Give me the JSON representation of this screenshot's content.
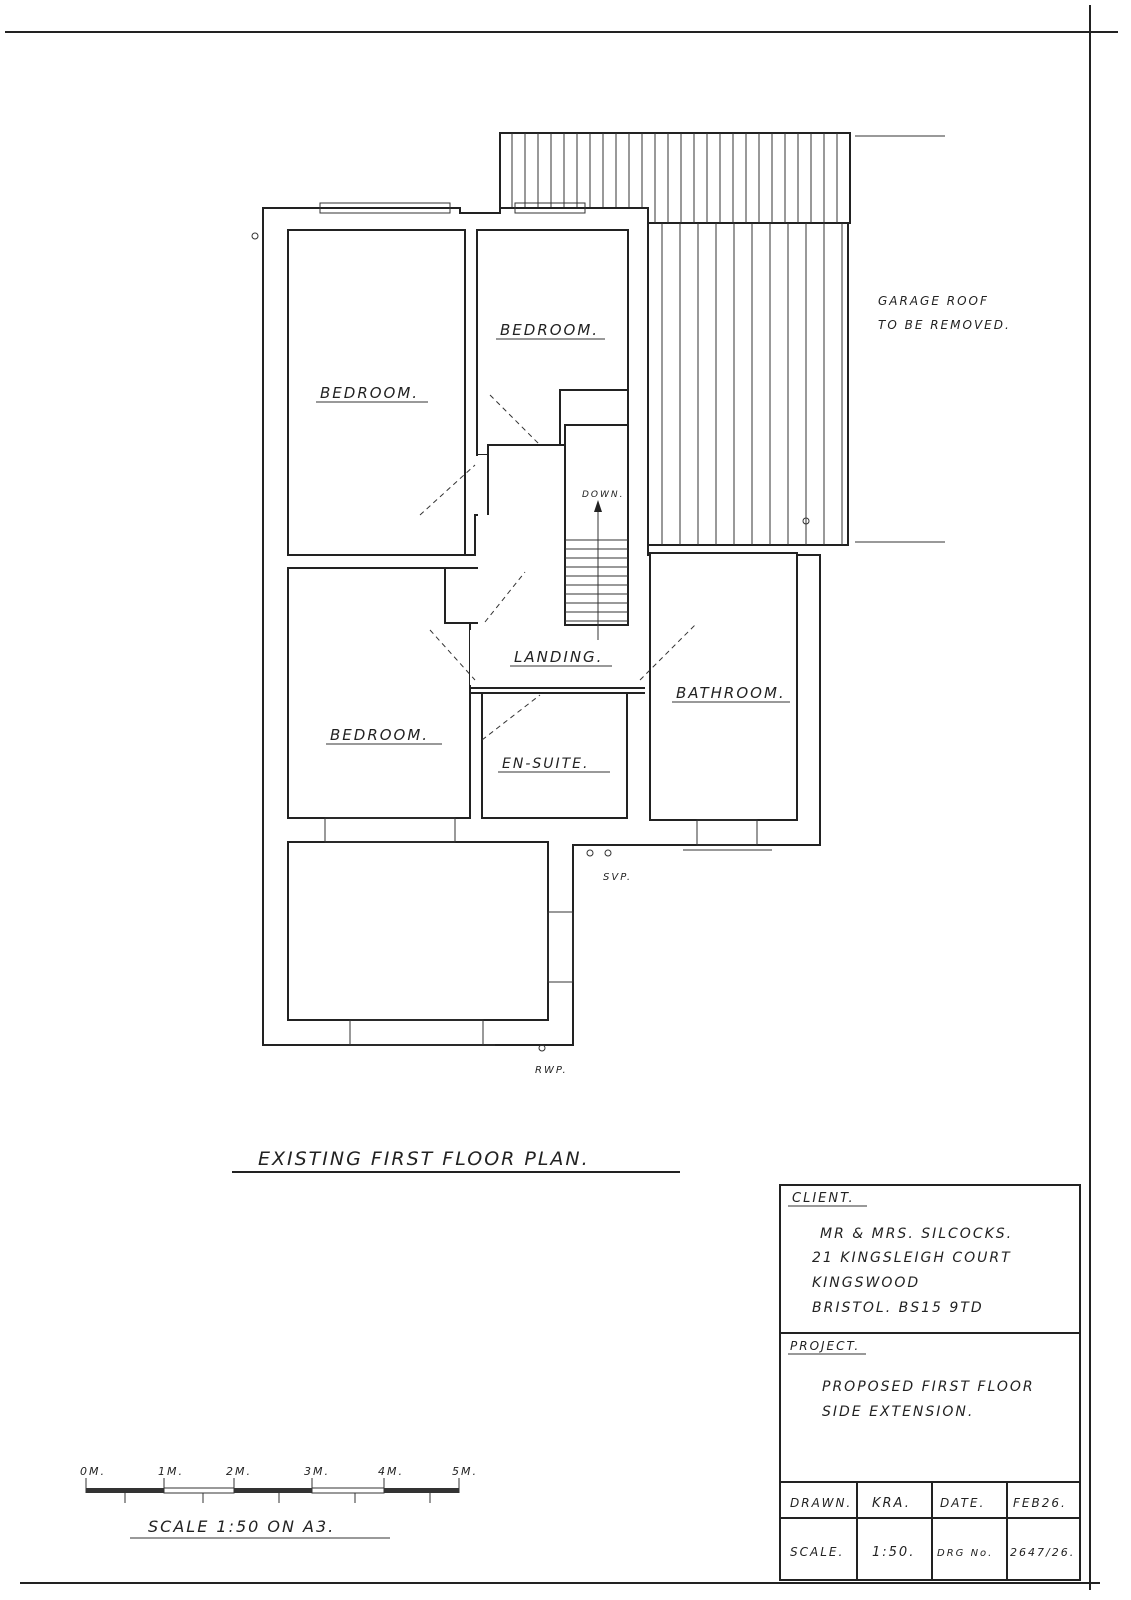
{
  "drawing": {
    "title": "EXISTING FIRST FLOOR PLAN.",
    "rooms": {
      "bedroom_front_left": "BEDROOM.",
      "bedroom_small": "BEDROOM.",
      "bedroom_rear": "BEDROOM.",
      "landing": "LANDING.",
      "bathroom": "BATHROOM.",
      "en_suite": "EN-SUITE."
    },
    "stair_label": "DOWN.",
    "garage_note_line1": "GARAGE ROOF",
    "garage_note_line2": "TO BE REMOVED.",
    "svp_label": "SVP.",
    "rwp_label": "RWP."
  },
  "scale_bar": {
    "ticks": [
      "0M.",
      "1M.",
      "2M.",
      "3M.",
      "4M.",
      "5M."
    ],
    "caption": "SCALE 1:50 ON A3."
  },
  "title_block": {
    "client_heading": "CLIENT.",
    "client_lines": [
      "MR & MRS. SILCOCKS.",
      "21 KINGSLEIGH COURT",
      "KINGSWOOD",
      "BRISTOL. BS15 9TD"
    ],
    "project_heading": "PROJECT.",
    "project_lines": [
      "PROPOSED FIRST FLOOR",
      "SIDE EXTENSION."
    ],
    "drawn_label": "DRAWN.",
    "drawn_value": "KRA.",
    "date_label": "DATE.",
    "date_value": "FEB26.",
    "scale_label": "SCALE.",
    "scale_value": "1:50.",
    "drg_label": "DRG No.",
    "drg_value": "2647/26."
  }
}
